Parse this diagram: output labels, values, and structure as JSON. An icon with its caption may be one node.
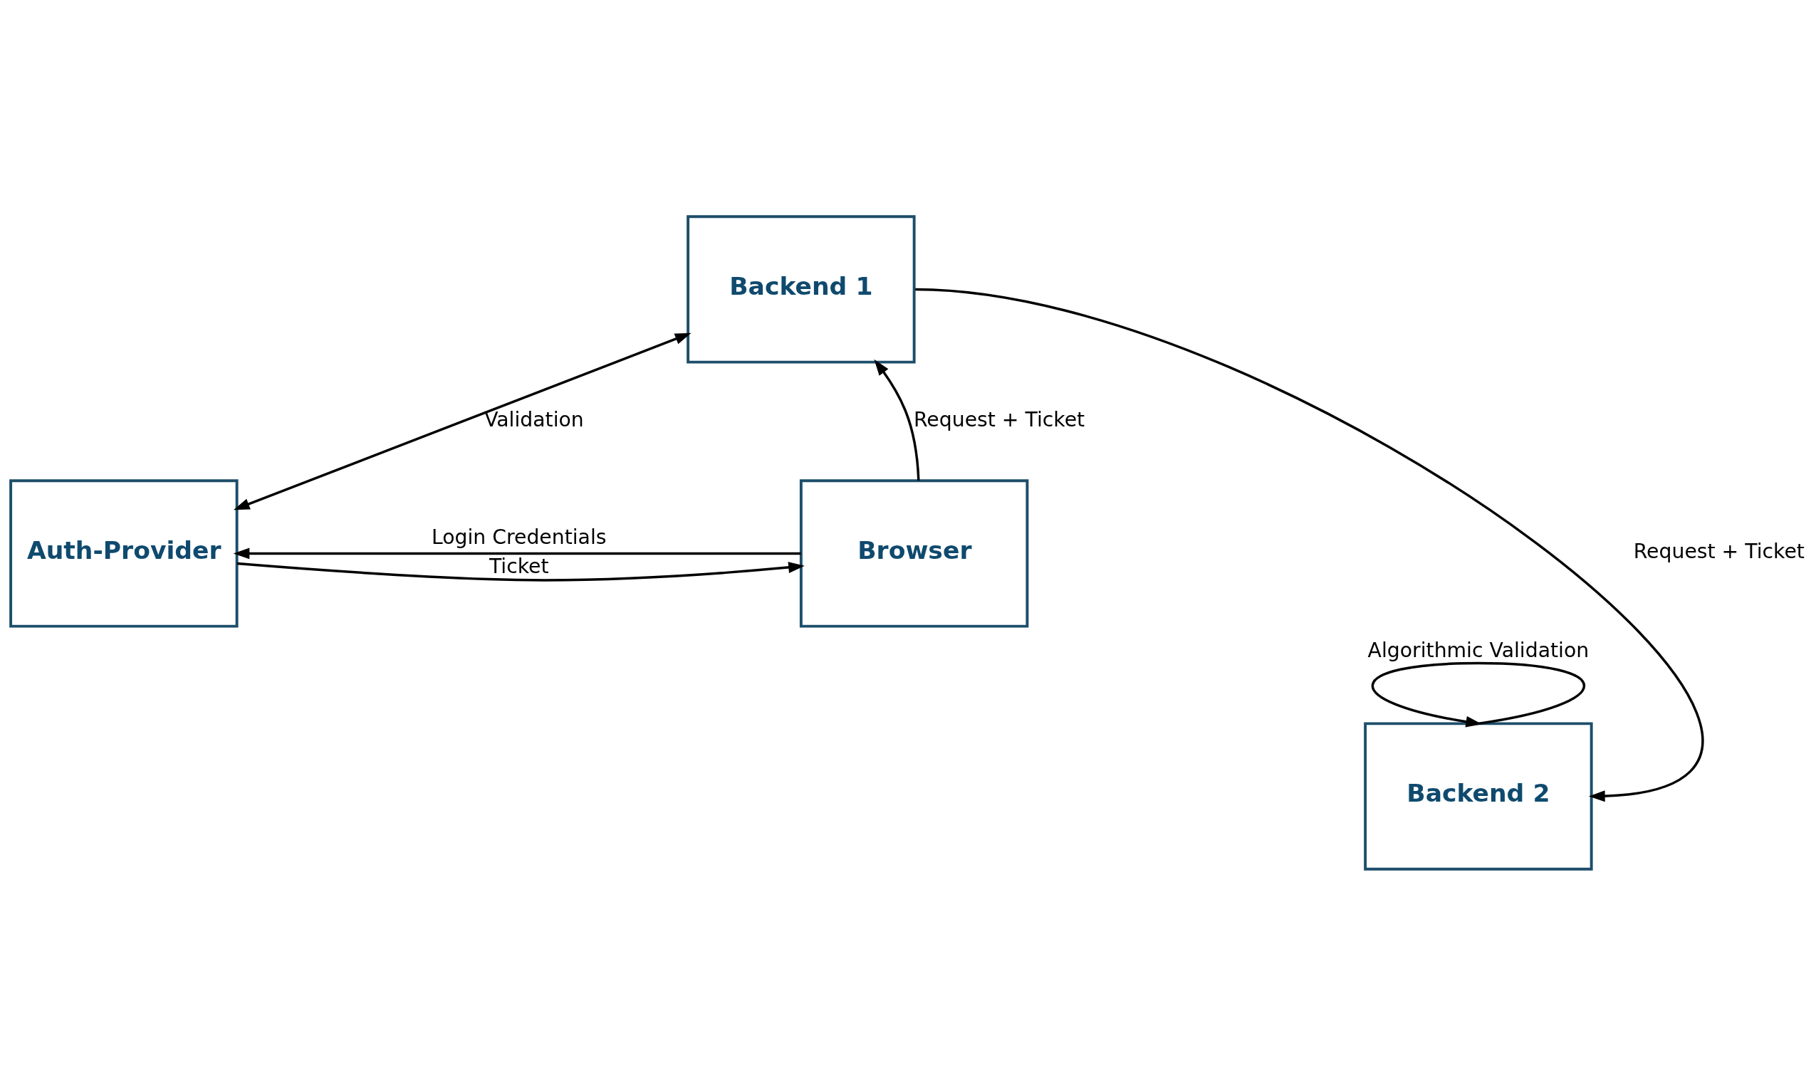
{
  "diagram": {
    "nodes": [
      {
        "text": [
          "Browser"
        ]
      },
      {
        "text": [
          "Backend 1"
        ]
      },
      {
        "text": [
          "Auth-Provider"
        ]
      },
      {
        "text": [
          "Backend 2"
        ]
      }
    ],
    "edges": [
      {
        "from": 0,
        "to": 1,
        "arrow": "to",
        "label": "Request + Ticket"
      },
      {
        "from": 1,
        "to": 2,
        "arrow": "both",
        "label": "Validation"
      },
      {
        "from": 0,
        "to": 2,
        "arrow": "to",
        "label": "Login Credentials"
      },
      {
        "from": 2,
        "to": 0,
        "arrow": "to",
        "label": "Ticket"
      },
      {
        "from": 1,
        "to": 3,
        "arrow": "to",
        "label": "Request + Ticket"
      },
      {
        "from": 3,
        "to": 3,
        "arrow": "to",
        "label": "Algorithmic Validation"
      }
    ]
  }
}
